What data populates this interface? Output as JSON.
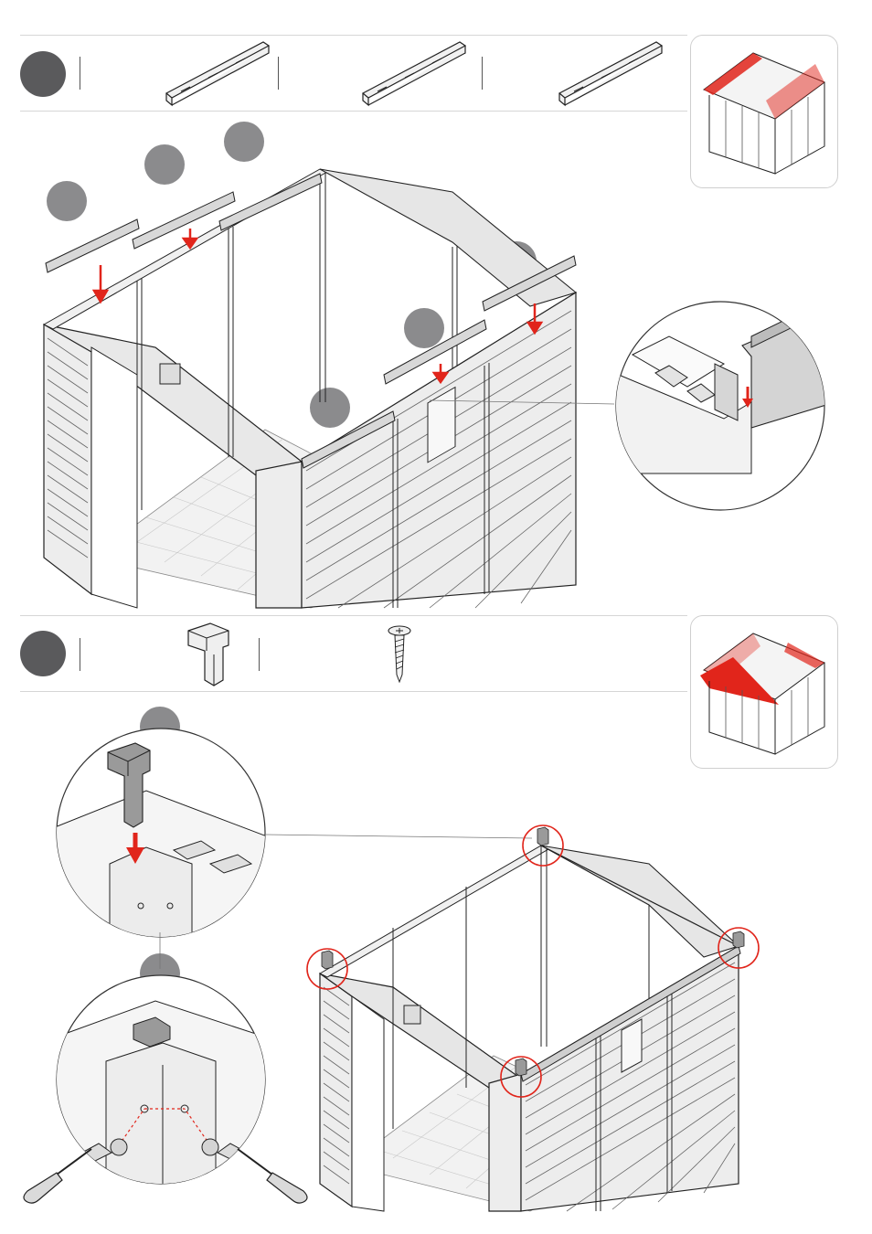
{
  "document": {
    "step_1": {
      "parts": [
        "long-roof-beam",
        "long-roof-beam",
        "long-roof-beam"
      ],
      "thumbnail": "shed-roof-beams-highlighted"
    },
    "step_2": {
      "parts": [
        "corner-bracket",
        "screw"
      ],
      "thumbnail": "shed-roof-gables-highlighted"
    },
    "colors": {
      "step_circle": "#5a5a5c",
      "callout_circle": "#8b8b8d",
      "arrow": "#e1251b",
      "highlight": "#e1251b",
      "line_art": "#222222",
      "panel_fill": "#ededed"
    }
  }
}
